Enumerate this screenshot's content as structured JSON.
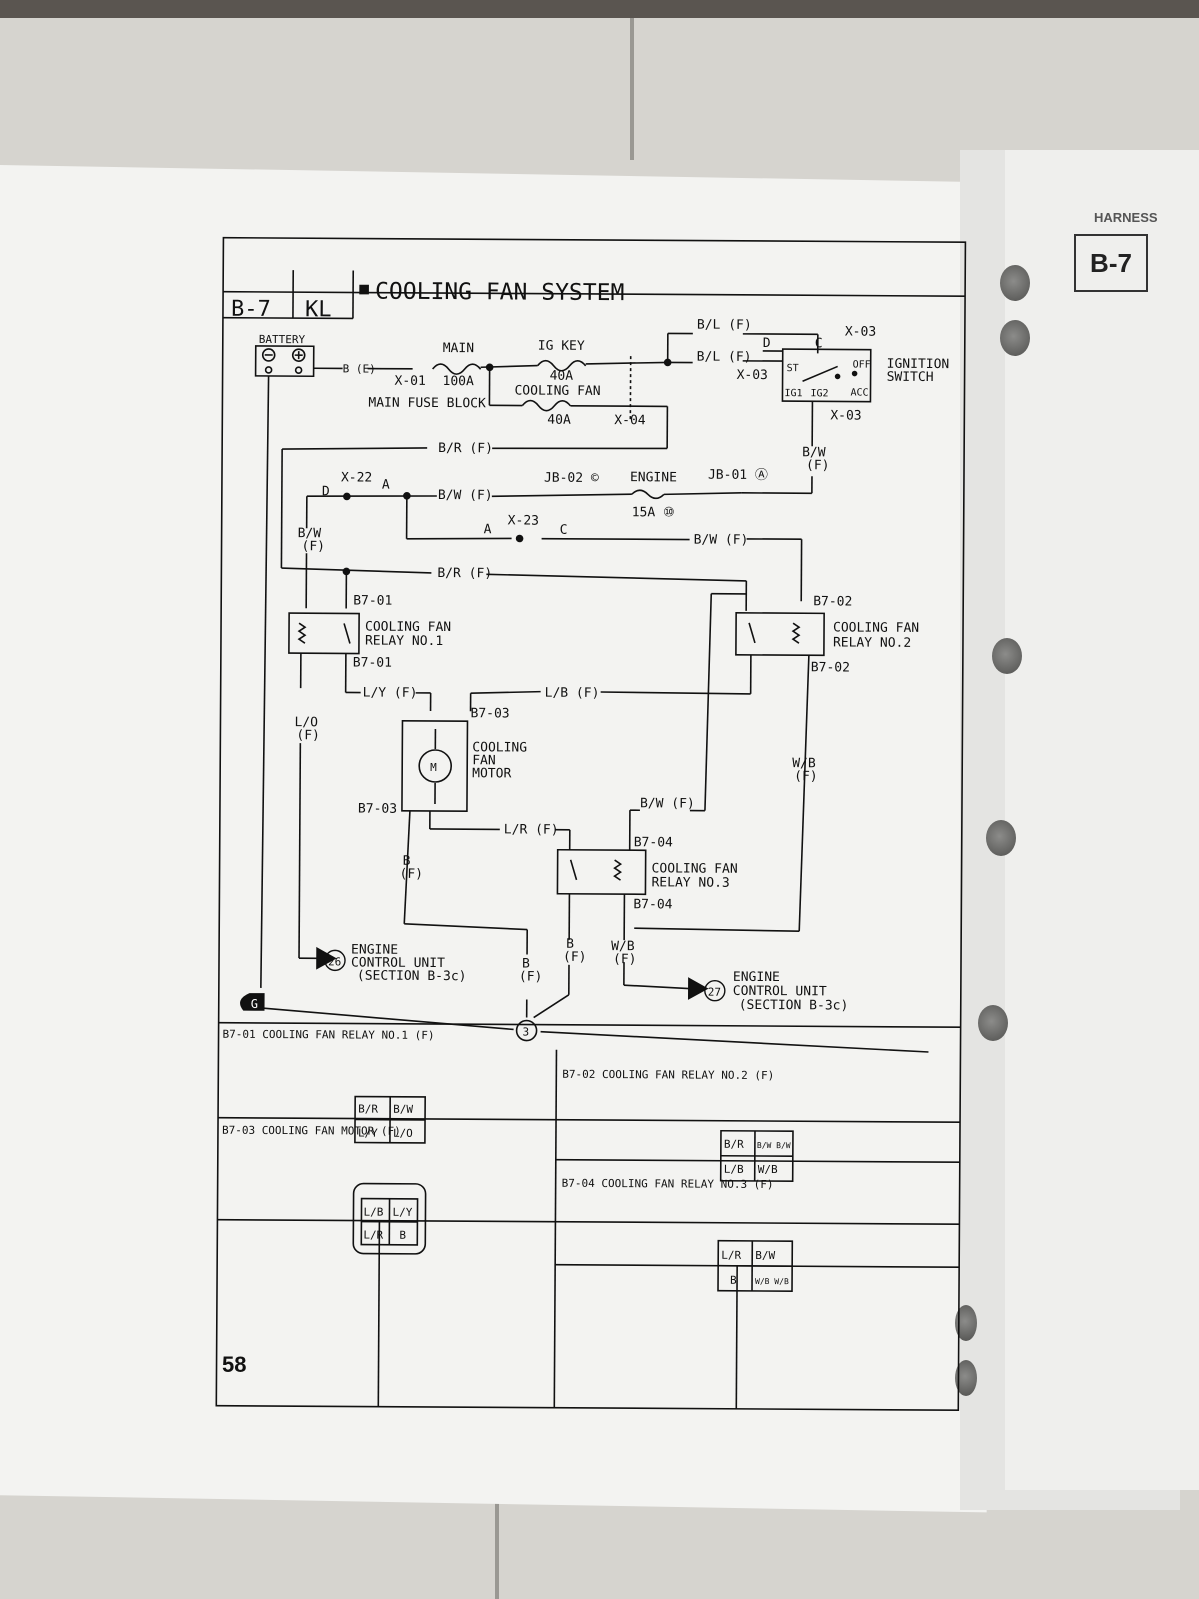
{
  "header": {
    "section": "B-7",
    "variant": "KL",
    "title": "COOLING FAN SYSTEM"
  },
  "side_tab": {
    "header": "HARNESS",
    "label": "B-7"
  },
  "page_number": "58",
  "labels": {
    "battery": "BATTERY",
    "be": "B (E)",
    "main": "MAIN",
    "main_amp": "100A",
    "x01": "X-01",
    "ig_key": "IG KEY",
    "ig_key_amp": "40A",
    "cooling_fan": "COOLING FAN",
    "cooling_fan_amp": "40A",
    "main_fuse_block": "MAIN FUSE BLOCK",
    "x04": "X-04",
    "bl_f_1": "B/L (F)",
    "bl_f_2": "B/L (F)",
    "d": "D",
    "c": "C",
    "x03_top": "X-03",
    "x03_left": "X-03",
    "x03_bot": "X-03",
    "st": "ST",
    "off": "OFF",
    "ig1": "IG1",
    "ig2": "IG2",
    "acc": "ACC",
    "ignition": "IGNITION",
    "switch": "SWITCH",
    "br_f_1": "B/R (F)",
    "bw": "B/W",
    "f": "(F)",
    "x22": "X-22",
    "d2": "D",
    "a1": "A",
    "bw_f_1": "B/W (F)",
    "jb02": "JB-02 ©",
    "engine": "ENGINE",
    "jb01": "JB-01 Ⓐ",
    "engine_amp": "15A ⑩",
    "x23": "X-23",
    "a2": "A",
    "c2": "C",
    "bw_f_2": "B/W (F)",
    "bw_vert": "B/W",
    "f_vert": "(F)",
    "br_f_2": "B/R (F)",
    "b701_top": "B7-01",
    "b701_bot": "B7-01",
    "relay1_l1": "COOLING FAN",
    "relay1_l2": "RELAY NO.1",
    "b702_top": "B7-02",
    "b702_bot": "B7-02",
    "relay2_l1": "COOLING FAN",
    "relay2_l2": "RELAY NO.2",
    "ly_f": "L/Y (F)",
    "lb_f": "L/B (F)",
    "b703_top": "B7-03",
    "lo": "L/O",
    "lo_f": "(F)",
    "motor_l1": "COOLING",
    "motor_l2": "FAN",
    "motor_l3": "MOTOR",
    "m": "M",
    "wb": "W/B",
    "wb_f": "(F)",
    "b703_left": "B7-03",
    "lr_f": "L/R (F)",
    "bw_f_3": "B/W (F)",
    "b704_top": "B7-04",
    "b704_bot": "B7-04",
    "relay3_l1": "COOLING FAN",
    "relay3_l2": "RELAY NO.3",
    "b_1": "B",
    "b_1f": "(F)",
    "b_2": "B",
    "b_2f": "(F)",
    "b_3": "B",
    "b_3f": "(F)",
    "wb_2": "W/B",
    "wb_2f": "(F)",
    "ecu1_num": "26",
    "ecu1_l1": "ENGINE",
    "ecu1_l2": "CONTROL UNIT",
    "ecu1_l3": "(SECTION B-3c)",
    "ecu2_num": "27",
    "ecu2_l1": "ENGINE",
    "ecu2_l2": "CONTROL UNIT",
    "ecu2_l3": "(SECTION B-3c)",
    "ground": "G",
    "ground_point": "3"
  },
  "connectors": [
    {
      "title": "B7-01 COOLING FAN RELAY NO.1 (F)",
      "pins": [
        "B/R",
        "B/W",
        "L/Y",
        "L/O"
      ]
    },
    {
      "title": "B7-02 COOLING FAN RELAY NO.2 (F)",
      "pins": [
        "B/R",
        "B/W B/W",
        "L/B",
        "W/B"
      ]
    },
    {
      "title": "B7-03 COOLING FAN MOTOR (F)",
      "pins": [
        "L/B",
        "L/Y",
        "L/R",
        "B"
      ]
    },
    {
      "title": "B7-04 COOLING FAN RELAY NO.3 (F)",
      "pins": [
        "L/R",
        "B/W",
        "B",
        "W/B W/B"
      ]
    }
  ]
}
